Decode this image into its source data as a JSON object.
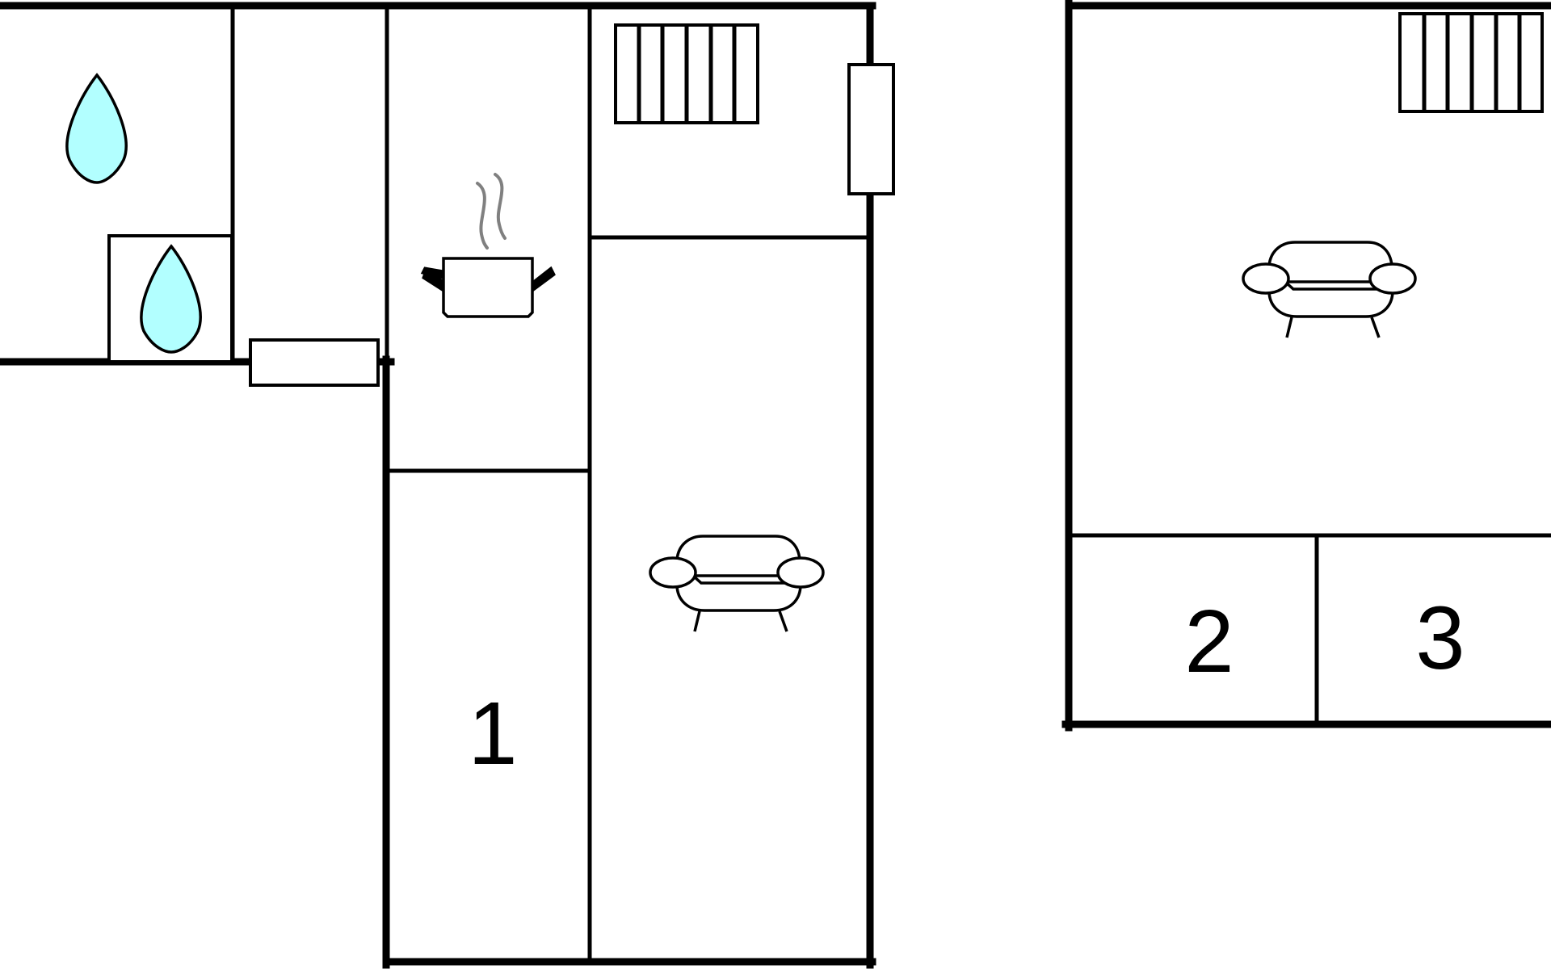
{
  "rooms": {
    "room_1": {
      "number": "1"
    },
    "room_2": {
      "number": "2"
    },
    "room_3": {
      "number": "3"
    }
  },
  "icons": {
    "water": "water-drop-icon",
    "kitchen": "cooking-pot-icon",
    "living": "sofa-icon",
    "heater": "radiator-icon"
  },
  "colors": {
    "water_fill": "#b2ffff",
    "wall": "#000000",
    "steam": "#808080"
  }
}
